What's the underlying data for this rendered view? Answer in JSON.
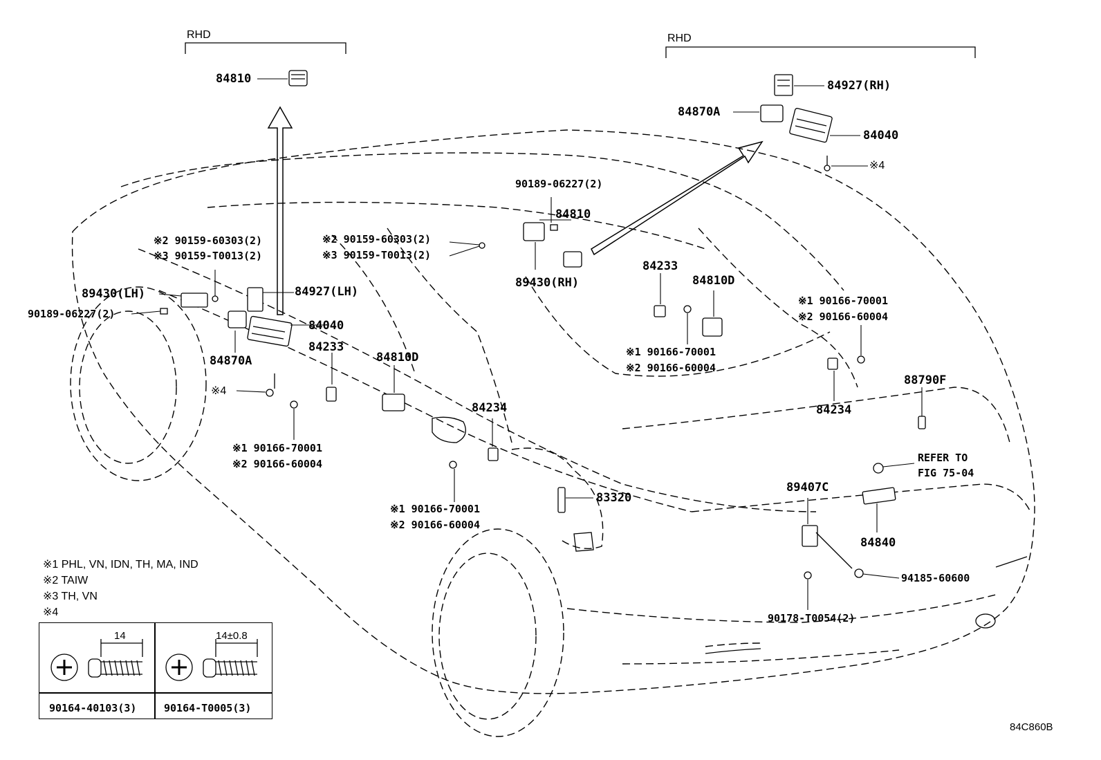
{
  "rhd_left": "RHD",
  "rhd_right": "RHD",
  "labels": {
    "p84810_top": "84810",
    "p84927_rh": "84927(RH)",
    "p84870a_right": "84870A",
    "p84040_right": "84040",
    "note4_right": "※4",
    "p90189_right": "90189-06227(2)",
    "p84810_mid": "84810",
    "p89430_rh": "89430(RH)",
    "n2_90159_mid": "※2 90159-60303(2)",
    "n3_90159_mid": "※3 90159-T0013(2)",
    "n2_90159_left": "※2 90159-60303(2)",
    "n3_90159_left": "※3 90159-T0013(2)",
    "p89430_lh": "89430(LH)",
    "p84927_lh": "84927(LH)",
    "p90189_left": "90189-06227(2)",
    "p84040_left": "84040",
    "p84870a_left": "84870A",
    "p84233_left": "84233",
    "note4_left": "※4",
    "n1_90166_left": "※1 90166-70001",
    "n2_90166_left": "※2 90166-60004",
    "p84810d_left": "84810D",
    "p84234_mid": "84234",
    "n1_90166_mid": "※1 90166-70001",
    "n2_90166_mid": "※2 90166-60004",
    "p84233_right": "84233",
    "p84810d_right": "84810D",
    "n1_90166_center": "※1 90166-70001",
    "n2_90166_center": "※2 90166-60004",
    "n1_90166_right": "※1 90166-70001",
    "n2_90166_right": "※2 90166-60004",
    "p84234_right": "84234",
    "p88790f": "88790F",
    "refer_to": "REFER TO",
    "fig": "FIG 75-04",
    "p89407c": "89407C",
    "p84840": "84840",
    "p83320": "83320",
    "p94185": "94185-60600",
    "p90178": "90178-T0054(2)"
  },
  "legend": [
    "※1 PHL, VN, IDN, TH, MA, IND",
    "※2 TAIW",
    "※3 TH, VN",
    "※4"
  ],
  "bolts": {
    "left_dim": "14",
    "left_part": "90164-40103(3)",
    "right_dim": "14±0.8",
    "right_part": "90164-T0005(3)"
  },
  "figure_code": "84C860B"
}
